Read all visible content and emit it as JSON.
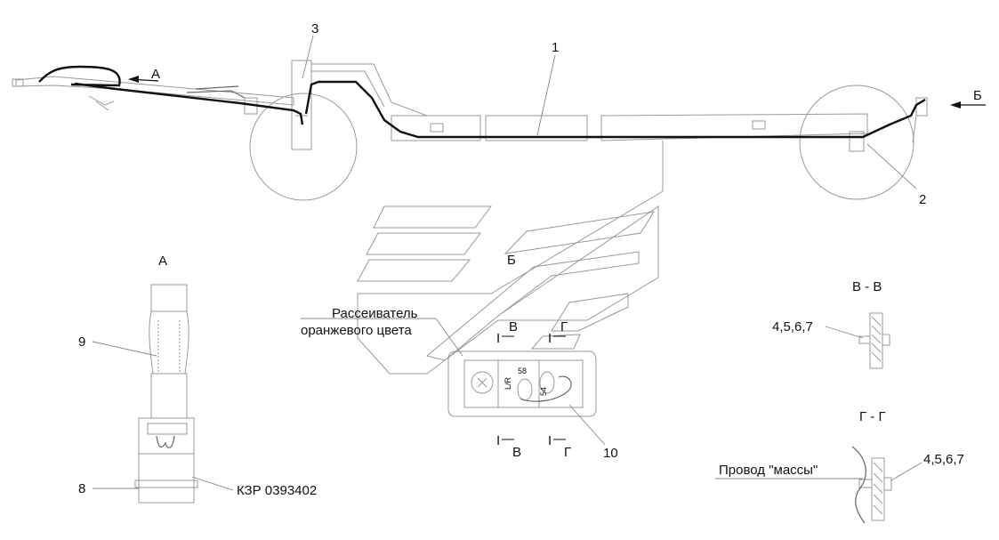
{
  "callouts": {
    "c1": "1",
    "c2": "2",
    "c3": "3",
    "c8": "8",
    "c9": "9",
    "c10": "10",
    "c4567_top": "4,5,6,7",
    "c4567_bottom": "4,5,6,7"
  },
  "view_marks": {
    "a_arrow": "А",
    "b_arrow": "Б",
    "a_title": "А",
    "vv_title": "В - В",
    "gg_title": "Г - Г",
    "b_small": "Б",
    "v_top": "В",
    "g_top": "Г",
    "v_bottom": "В",
    "g_bottom": "Г",
    "cut_mark": "I"
  },
  "notes": {
    "diffuser_line1": "Рассеиватель",
    "diffuser_line2": "оранжевого цвета",
    "part_code": "КЗР 0393402",
    "ground_wire": "Провод \"массы\""
  },
  "lamp_marks": {
    "m58": "58",
    "m54": "54",
    "mlr": "L/R"
  },
  "colors": {
    "wire": "#111111",
    "outline": "#999999",
    "text": "#111111"
  }
}
